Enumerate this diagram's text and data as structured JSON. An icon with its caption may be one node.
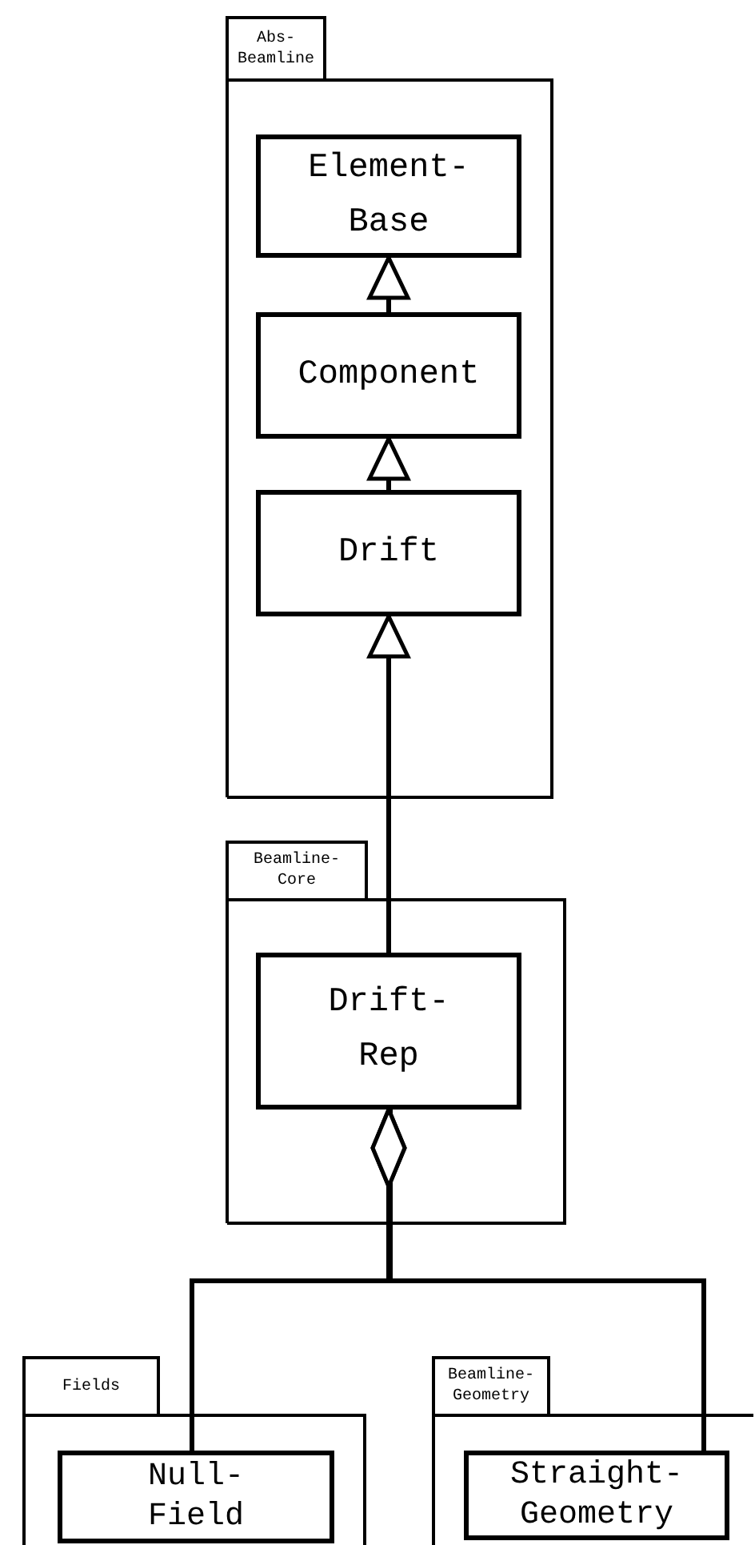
{
  "diagram": {
    "nodes": [
      {
        "text": [
          "Abs- Beamline"
        ]
      },
      {
        "text": [
          "Element- Base"
        ],
        "in": 0
      },
      {
        "text": [
          "Component"
        ],
        "in": 0
      },
      {
        "text": [
          "Drift"
        ],
        "in": 0
      },
      {
        "text": [
          "Beamline- Core"
        ]
      },
      {
        "text": [
          "Drift- Rep"
        ],
        "in": 4
      },
      {
        "text": [
          "Fields"
        ]
      },
      {
        "text": [
          "Null- Field"
        ],
        "in": 6
      },
      {
        "text": [
          "Beamline- Geometry"
        ]
      },
      {
        "text": [
          "Straight- Geometry"
        ],
        "in": 8
      }
    ],
    "edges": [
      {
        "from": 2,
        "to": 1,
        "arrow": "to"
      },
      {
        "from": 3,
        "to": 2,
        "arrow": "to"
      },
      {
        "from": 5,
        "to": 3,
        "arrow": "to"
      },
      {
        "from": 7,
        "to": 5,
        "arrow": "other"
      },
      {
        "from": 9,
        "to": 5,
        "arrow": "other"
      }
    ]
  }
}
